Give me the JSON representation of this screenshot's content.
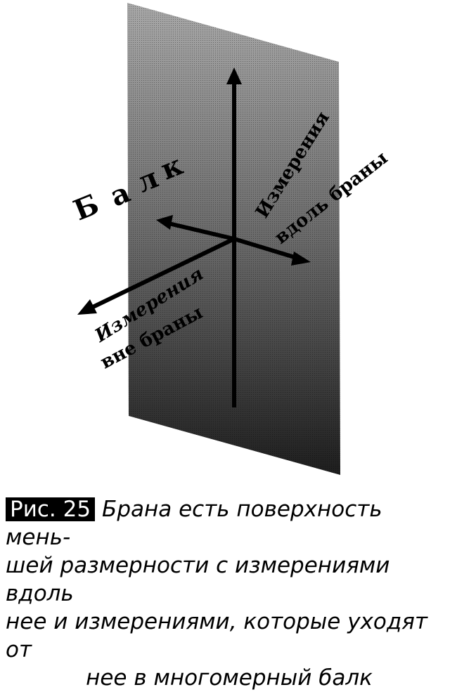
{
  "figure": {
    "bulk_label_letters": [
      "Б",
      "а",
      "л",
      "к"
    ],
    "along_brane_label": {
      "line1": "Измерения",
      "line2": "вдоль браны"
    },
    "off_brane_label": {
      "line1": "Измерения",
      "line2": "вне браны"
    },
    "brane_color_top": "#9a9a9a",
    "brane_color_bottom": "#202020"
  },
  "caption": {
    "tag": "Рис. 25",
    "line1": "Брана есть поверхность мень-",
    "line2": "шей размерности с измерениями вдоль",
    "line3": "нее и измерениями, которые уходят от",
    "line4": "нее в многомерный балк"
  }
}
